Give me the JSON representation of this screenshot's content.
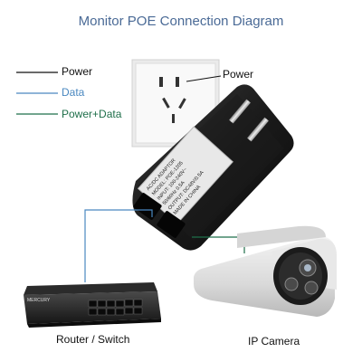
{
  "title": "Monitor POE Connection Diagram",
  "legend": [
    {
      "label": "Power",
      "color": "#111111"
    },
    {
      "label": "Data",
      "color": "#4a88c0"
    },
    {
      "label": "Power+Data",
      "color": "#1f6f4a"
    }
  ],
  "labels": {
    "power": "Power",
    "router": "Router / Switch",
    "camera": "IP Camera"
  },
  "adapter_text": [
    "AC/DC ADAPTOR",
    "MODEL: POE-1205",
    "INPUT: 100-240V~",
    "50/60Hz 0.5A",
    "OUTPUT: DC48V/0.5A",
    "MADE IN CHINA"
  ],
  "switch_brand": "MERCURY"
}
